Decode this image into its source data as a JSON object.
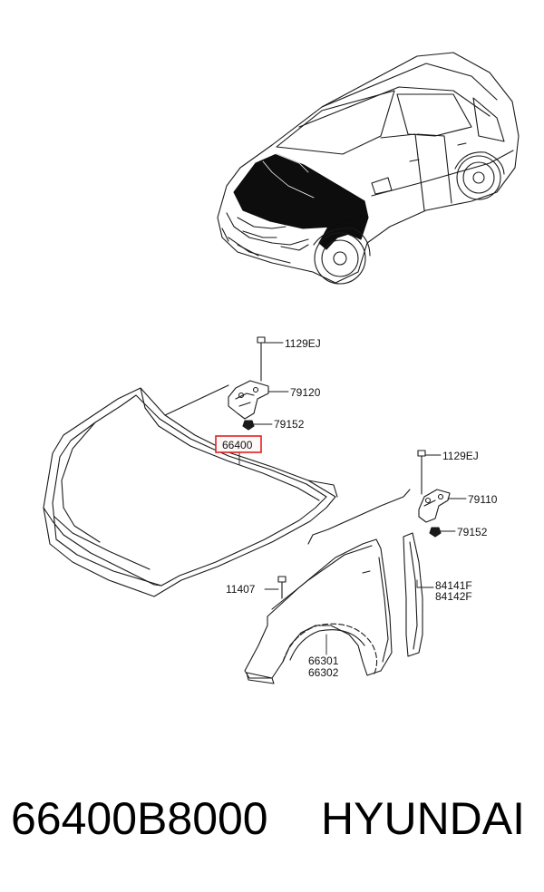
{
  "diagram": {
    "callouts": {
      "bolt_hood_hinge": "1129EJ",
      "hood_hinge_lh": "79120",
      "nut_hood_hinge_lh": "79152",
      "hood_panel": "66400",
      "bolt_hinge_rh": "1129EJ",
      "hood_hinge_rh": "79110",
      "nut_hood_hinge_rh": "79152",
      "bolt_fender": "11407",
      "fender_bracket_a": "84141F",
      "fender_bracket_b": "84142F",
      "fender_a": "66301",
      "fender_b": "66302"
    },
    "highlight_color": "#e02020",
    "line_color": "#1a1a1a"
  },
  "caption": {
    "part_number": "66400B8000",
    "brand": "HYUNDAI"
  }
}
